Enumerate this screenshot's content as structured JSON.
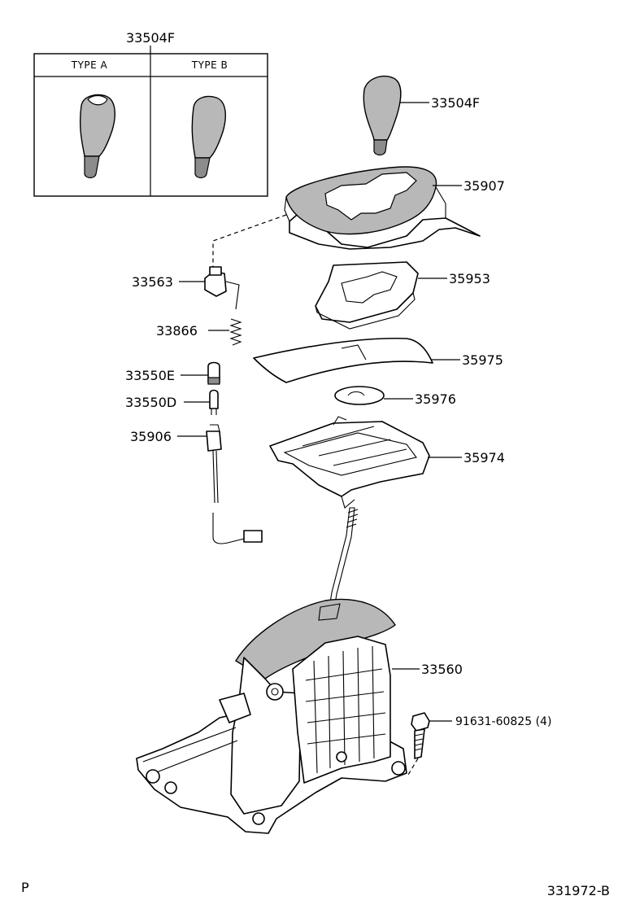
{
  "box": {
    "title": "33504F",
    "type_a": "TYPE A",
    "type_b": "TYPE B"
  },
  "parts": {
    "knob": "33504F",
    "indicator_housing": "35907",
    "plate": "35953",
    "slide_cover": "35975",
    "disc": "35976",
    "position_plate": "35974",
    "switch": "33563",
    "spring": "33866",
    "bulb": "33550E",
    "bulb2": "33550D",
    "socket": "35906",
    "shift_lever_assembly": "33560",
    "bolt": "91631-60825 (4)"
  },
  "footer": {
    "left": "P",
    "right": "331972-B"
  }
}
